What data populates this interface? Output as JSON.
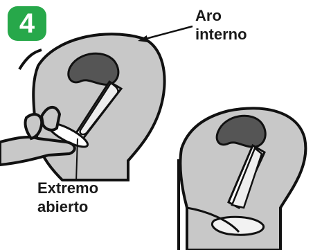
{
  "step_number": "4",
  "labels": {
    "inner_ring": [
      "Aro",
      "interno"
    ],
    "open_end": [
      "Extremo",
      "abierto"
    ]
  },
  "colors": {
    "badge": "#27a84a",
    "body_fill": "#c8c8c8",
    "organ_dark": "#555555",
    "outline": "#111111"
  }
}
